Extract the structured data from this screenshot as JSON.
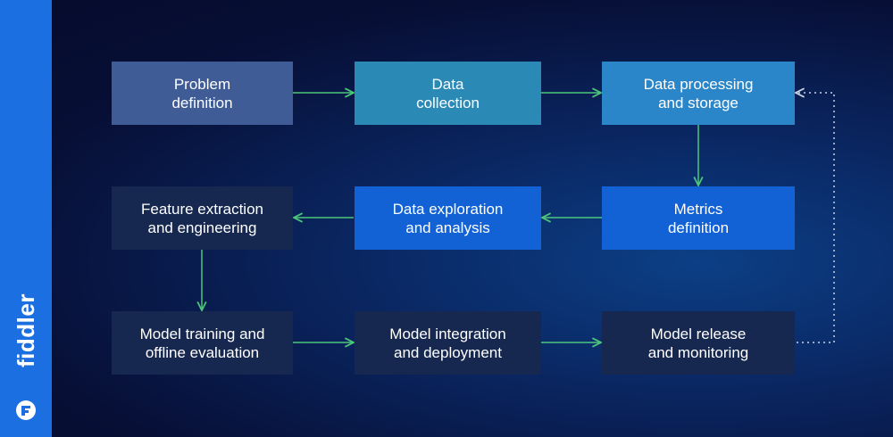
{
  "brand": {
    "name": "fiddler",
    "logo_icon": "fiddler-logo-icon"
  },
  "colors": {
    "sidebar": "#1c6fe0",
    "arrow": "#4cc67a",
    "feedback_line": "#c9d3e6",
    "node_slate": "#3f5c96",
    "node_teal": "#2a89b5",
    "node_sky": "#2b86c9",
    "node_blue": "#1262d6",
    "node_navy": "#16284f"
  },
  "nodes": {
    "problem_definition": "Problem\ndefinition",
    "data_collection": "Data\ncollection",
    "data_processing": "Data processing\nand storage",
    "metrics_definition": "Metrics\ndefinition",
    "data_exploration": "Data exploration\nand analysis",
    "feature_extraction": "Feature extraction\nand engineering",
    "model_training": "Model training and\noffline evaluation",
    "model_integration": "Model integration\nand deployment",
    "model_release": "Model release\nand monitoring"
  }
}
